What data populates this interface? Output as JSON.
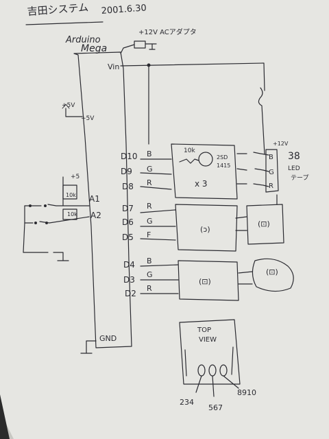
{
  "title": "吉田システム",
  "date": "2001.6.30",
  "board": {
    "line1": "Arduino",
    "line2": "Mega"
  },
  "power": {
    "label": "+12V ACアダプタ",
    "vin": "Vin",
    "gnd": "GND"
  },
  "plus5": {
    "sw": "+5V",
    "rail": "+5V",
    "pot": "+5"
  },
  "inputs": {
    "a1": "A1",
    "a2": "A2",
    "r1": "10k",
    "r2": "10k"
  },
  "pins": {
    "group1": [
      "D10",
      "D9",
      "D8"
    ],
    "group2": [
      "D7",
      "D6",
      "D5"
    ],
    "group3": [
      "D4",
      "D3",
      "D2"
    ]
  },
  "colors": {
    "group1": [
      "B",
      "G",
      "R"
    ],
    "group2": [
      "R",
      "G",
      "F"
    ],
    "group3": [
      "B",
      "G",
      "R"
    ]
  },
  "driver": {
    "res": "10k",
    "trans": "2SD",
    "trans2": "1415",
    "mult": "x 3",
    "v12": "+12V"
  },
  "tape": {
    "num": "38",
    "line2": "LED",
    "line3": "テープ",
    "pins": [
      "B",
      "G",
      "R"
    ]
  },
  "modules": {
    "m1": "(ↄ)",
    "m2": "(⊡)",
    "m3": "(⊡)",
    "m4": "(⊡)"
  },
  "topview": {
    "line1": "TOP",
    "line2": "VIEW",
    "labels": [
      "234",
      "567",
      "8910"
    ]
  }
}
